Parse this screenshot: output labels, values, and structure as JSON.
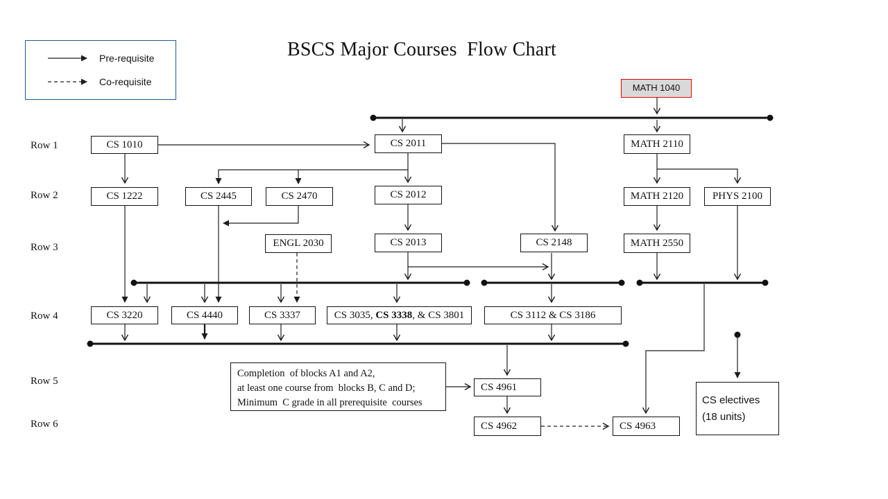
{
  "title": "BSCS Major Courses  Flow Chart",
  "legend": {
    "pre_requisite": "Pre-requisite",
    "co_requisite": "Co-requisite"
  },
  "rows": [
    "Row 1",
    "Row 2",
    "Row 3",
    "Row 4",
    "Row 5",
    "Row 6"
  ],
  "nodes": {
    "math1040": "MATH 1040",
    "cs1010": "CS 1010",
    "cs2011": "CS 2011",
    "math2110": "MATH 2110",
    "cs1222": "CS 1222",
    "cs2445": "CS 2445",
    "cs2470": "CS 2470",
    "cs2012": "CS 2012",
    "math2120": "MATH 2120",
    "phys2100": "PHYS 2100",
    "engl2030": "ENGL 2030",
    "cs2013": "CS 2013",
    "cs2148": "CS 2148",
    "math2550": "MATH 2550",
    "cs3220": "CS 3220",
    "cs4440": "CS 4440",
    "cs3337": "CS 3337",
    "cs3035_group": {
      "pre": "CS 3035, ",
      "bold": "CS 3338",
      "post": ", & CS 3801"
    },
    "cs3112_group": "CS 3112 & CS 3186",
    "cs4961": "CS 4961",
    "cs4962": "CS 4962",
    "cs4963": "CS 4963",
    "electives": {
      "line1": "CS electives",
      "line2": "(18 units)"
    }
  },
  "completion": {
    "lines": [
      "Completion  of blocks A1 and A2,",
      "at least one course from  blocks B, C and D;",
      "Minimum  C grade in all prerequisite  courses"
    ]
  },
  "edges": [
    {
      "from": "MATH 1040",
      "to": "MATH 2110",
      "type": "pre-requisite"
    },
    {
      "from": "CS 1010",
      "to": "CS 2011",
      "type": "pre-requisite"
    },
    {
      "from": "CS 1010",
      "to": "CS 1222",
      "type": "pre-requisite"
    },
    {
      "from": "CS 2011",
      "to": "CS 2445",
      "type": "pre-requisite"
    },
    {
      "from": "CS 2011",
      "to": "CS 2470",
      "type": "pre-requisite"
    },
    {
      "from": "CS 2011",
      "to": "CS 2012",
      "type": "pre-requisite"
    },
    {
      "from": "CS 2011",
      "to": "CS 2148",
      "type": "pre-requisite"
    },
    {
      "from": "CS 2470",
      "to": "CS 2445",
      "type": "pre-requisite"
    },
    {
      "from": "CS 2012",
      "to": "CS 2013",
      "type": "pre-requisite"
    },
    {
      "from": "CS 2013",
      "to": "CS 3220, CS 4440, CS 3337, CS 3035/CS 3338/CS 3801",
      "type": "pre-requisite"
    },
    {
      "from": "CS 2013",
      "to": "CS 3112 & CS 3186",
      "type": "pre-requisite"
    },
    {
      "from": "CS 1222",
      "to": "CS 3220",
      "type": "pre-requisite"
    },
    {
      "from": "CS 2445",
      "to": "CS 4440",
      "type": "pre-requisite"
    },
    {
      "from": "ENGL 2030",
      "to": "CS 3337",
      "type": "co-requisite"
    },
    {
      "from": "CS 2148",
      "to": "CS 3112 & CS 3186",
      "type": "pre-requisite"
    },
    {
      "from": "MATH 2110",
      "to": "MATH 2120",
      "type": "pre-requisite"
    },
    {
      "from": "MATH 2110",
      "to": "PHYS 2100",
      "type": "pre-requisite"
    },
    {
      "from": "MATH 2120",
      "to": "MATH 2550",
      "type": "pre-requisite"
    },
    {
      "from": "MATH 2550",
      "to": "CS 4963",
      "type": "pre-requisite"
    },
    {
      "from": "PHYS 2100",
      "to": "CS 4963",
      "type": "pre-requisite"
    },
    {
      "from": "Row 4 courses",
      "to": "CS 4961",
      "type": "pre-requisite"
    },
    {
      "from": "Completion note",
      "to": "CS 4961",
      "type": "pre-requisite"
    },
    {
      "from": "CS 4961",
      "to": "CS 4962",
      "type": "pre-requisite"
    },
    {
      "from": "CS 4962",
      "to": "CS 4963",
      "type": "co-requisite"
    },
    {
      "from": "",
      "to": "CS electives (18 units)",
      "type": "pre-requisite"
    }
  ],
  "colors": {
    "line": "#1d1d1d",
    "box_border": "#111111",
    "highlight_fill": "#d9d9d9",
    "highlight_border": "#e00000",
    "legend_border": "#1f5a8d"
  }
}
